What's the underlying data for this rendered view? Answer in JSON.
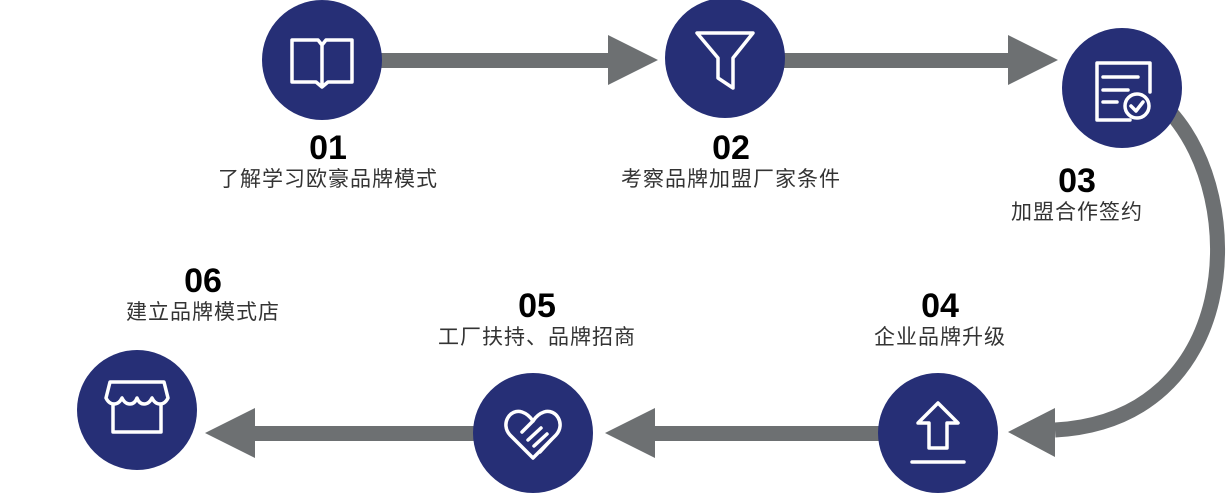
{
  "colors": {
    "circle": "#262f76",
    "arrow": "#6d7072"
  },
  "steps": [
    {
      "num": "01",
      "label": "了解学习欧豪品牌模式",
      "icon": "open-book-icon"
    },
    {
      "num": "02",
      "label": "考察品牌加盟厂家条件",
      "icon": "funnel-icon"
    },
    {
      "num": "03",
      "label": "加盟合作签约",
      "icon": "document-check-icon"
    },
    {
      "num": "04",
      "label": "企业品牌升级",
      "icon": "upload-arrow-icon"
    },
    {
      "num": "05",
      "label": "工厂扶持、品牌招商",
      "icon": "heart-handshake-icon"
    },
    {
      "num": "06",
      "label": "建立品牌模式店",
      "icon": "storefront-icon"
    }
  ]
}
